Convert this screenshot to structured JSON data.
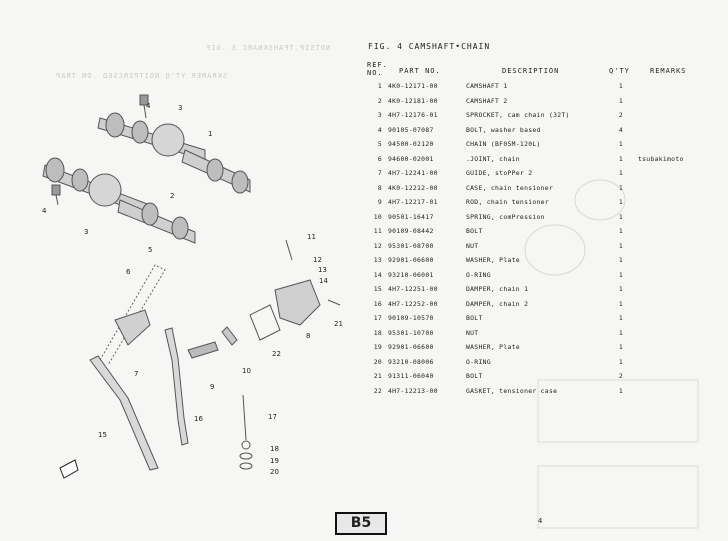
{
  "figure": {
    "title": "FIG. 4 CAMSHAFT•CHAIN"
  },
  "table_header": {
    "ref_no": "REF. NO.",
    "part_no": "PART NO.",
    "description": "DESCRIPTION",
    "qty": "Q'TY",
    "remarks": "REMARKS"
  },
  "parts": [
    {
      "ref": "1",
      "part": "4K0-12171-00",
      "desc": "CAMSHAFT 1",
      "qty": "1",
      "rem": ""
    },
    {
      "ref": "2",
      "part": "4K0-12181-00",
      "desc": "CAMSHAFT 2",
      "qty": "1",
      "rem": ""
    },
    {
      "ref": "3",
      "part": "4H7-12176-01",
      "desc": "SPROCKET, cam chain (32T)",
      "qty": "2",
      "rem": ""
    },
    {
      "ref": "4",
      "part": "90105-07087",
      "desc": "BOLT, washer based",
      "qty": "4",
      "rem": ""
    },
    {
      "ref": "5",
      "part": "94500-02120",
      "desc": "CHAIN (BF05M-120L)",
      "qty": "1",
      "rem": ""
    },
    {
      "ref": "6",
      "part": "94600-02001",
      "desc": ".JOINT, chain",
      "qty": "1",
      "rem": "tsubakimoto"
    },
    {
      "ref": "7",
      "part": "4H7-12241-00",
      "desc": "GUIDE, stoPPer 2",
      "qty": "1",
      "rem": ""
    },
    {
      "ref": "8",
      "part": "4K0-12212-00",
      "desc": "CASE, chain tensioner",
      "qty": "1",
      "rem": ""
    },
    {
      "ref": "9",
      "part": "4H7-12217-01",
      "desc": "ROD, chain tensioner",
      "qty": "1",
      "rem": ""
    },
    {
      "ref": "10",
      "part": "90501-16417",
      "desc": "SPRING, comPression",
      "qty": "1",
      "rem": ""
    },
    {
      "ref": "11",
      "part": "90109-08442",
      "desc": "BOLT",
      "qty": "1",
      "rem": ""
    },
    {
      "ref": "12",
      "part": "95301-08700",
      "desc": "NUT",
      "qty": "1",
      "rem": ""
    },
    {
      "ref": "13",
      "part": "92901-06600",
      "desc": "WASHER, Plate",
      "qty": "1",
      "rem": ""
    },
    {
      "ref": "14",
      "part": "93210-06001",
      "desc": "O-RING",
      "qty": "1",
      "rem": ""
    },
    {
      "ref": "15",
      "part": "4H7-12251-00",
      "desc": "DAMPER, chain 1",
      "qty": "1",
      "rem": ""
    },
    {
      "ref": "16",
      "part": "4H7-12252-00",
      "desc": "DAMPER, chain 2",
      "qty": "1",
      "rem": ""
    },
    {
      "ref": "17",
      "part": "90109-10570",
      "desc": "BOLT",
      "qty": "1",
      "rem": ""
    },
    {
      "ref": "18",
      "part": "95301-10700",
      "desc": "NUT",
      "qty": "1",
      "rem": ""
    },
    {
      "ref": "19",
      "part": "92901-06600",
      "desc": "WASHER, Plate",
      "qty": "1",
      "rem": ""
    },
    {
      "ref": "20",
      "part": "93210-08006",
      "desc": "O-RING",
      "qty": "1",
      "rem": ""
    },
    {
      "ref": "21",
      "part": "91311-06040",
      "desc": "BOLT",
      "qty": "2",
      "rem": ""
    },
    {
      "ref": "22",
      "part": "4H7-12213-00",
      "desc": "GASKET, tensioner case",
      "qty": "1",
      "rem": ""
    }
  ],
  "callouts": [
    "1",
    "2",
    "3",
    "3",
    "4",
    "4",
    "5",
    "6",
    "7",
    "8",
    "9",
    "10",
    "11",
    "12",
    "13",
    "14",
    "15",
    "16",
    "17",
    "18",
    "19",
    "20",
    "21",
    "22"
  ],
  "footer": {
    "section": "B5",
    "page_number": "4"
  }
}
